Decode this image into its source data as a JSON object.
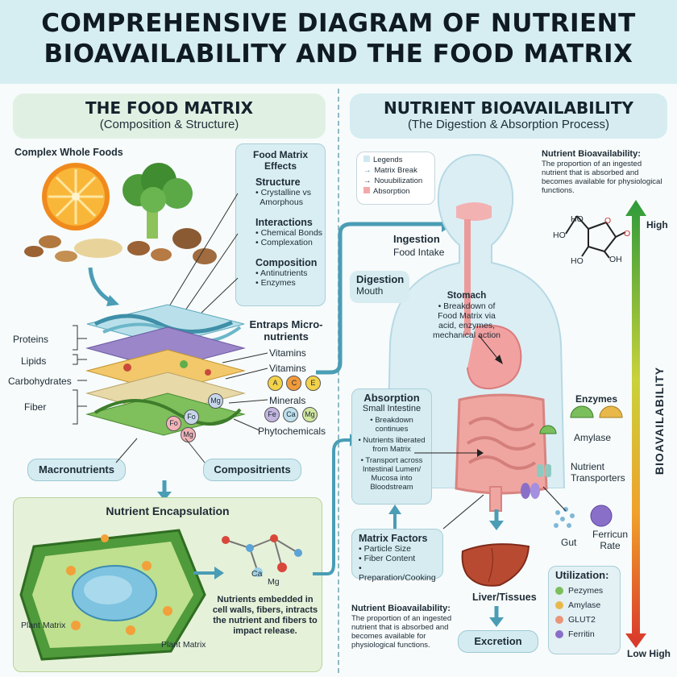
{
  "title": {
    "line1": "COMPREHENSIVE DIAGRAM OF NUTRIENT",
    "line2": "BIOAVAILABILITY AND THE FOOD MATRIX"
  },
  "left_panel": {
    "title": "THE FOOD MATRIX",
    "subtitle": "(Composition & Structure)",
    "foods_label": "Complex Whole Foods",
    "effects": {
      "title": "Food Matrix Effects",
      "sections": [
        {
          "heading": "Structure",
          "items": [
            "• Crystalline vs",
            "  Amorphous"
          ]
        },
        {
          "heading": "Interactions",
          "items": [
            "• Chemical Bonds",
            "• Complexation"
          ]
        },
        {
          "heading": "Composition",
          "items": [
            "• Antinutrients",
            "• Enzymes"
          ]
        }
      ]
    },
    "layers": [
      "Proteins",
      "Lipids",
      "Carbohydrates",
      "Fiber"
    ],
    "entraps": {
      "title": "Entraps Micro-nutrients",
      "vitamins1": "Vitamins",
      "vitamins2": "Vitamins",
      "vitamin_chips": [
        "A",
        "C",
        "E"
      ],
      "minerals": "Minerals",
      "mineral_chips": [
        "Fe",
        "Ca",
        "Mg"
      ],
      "phyto": "Phytochemicals"
    },
    "layer_chips": [
      "Mg",
      "Fo",
      "Fo",
      "Mg"
    ],
    "macronutrients": "Macronutrients",
    "compositrients": "Compositrients",
    "encapsulation": {
      "title": "Nutrient Encapsulation",
      "molecule_labels": [
        "Ca",
        "Mg"
      ],
      "plant_matrix_left": "Plant Matrix",
      "plant_matrix_bottom": "Plant Matrix",
      "note": "Nutrients embedded in cell walls, fibers, intracts the nutrient and fibers to impact release."
    }
  },
  "right_panel": {
    "title": "NUTRIENT BIOAVAILABILITY",
    "subtitle": "(The Digestion & Absorption Process)",
    "legend": [
      "Legends",
      "Matrix Break",
      "Nouubilization",
      "Absorption"
    ],
    "definition": {
      "title": "Nutrient Bioavailability:",
      "text": "The proportion of an ingested nutrient that is absorbed and becomes available for physiological functions."
    },
    "molecule_labels": [
      "HO",
      "HO",
      "O",
      "O",
      "HO",
      "OH"
    ],
    "scale": {
      "label": "BIOAVAILABILITY",
      "high": "High",
      "low_high": "Low High",
      "colors": [
        "#2e9a3b",
        "#c9d23a",
        "#f0a12a",
        "#d8362b"
      ]
    },
    "ingestion": {
      "title": "Ingestion",
      "sub": "Food Intake"
    },
    "digestion": {
      "title": "Digestion",
      "sub": "Mouth"
    },
    "stomach": {
      "title": "Stomach",
      "text": "• Breakdown of Food Matrix via acid, enzymes, mechanical action"
    },
    "absorption": {
      "title": "Absorption",
      "sub": "Small Intestine",
      "items": [
        "• Breakdown continues",
        "• Nutrients liberated from Matrix",
        "• Transport across Intestinal Lumen/ Mucosa into Bloodstream"
      ]
    },
    "enzymes": {
      "label": "Enzymes",
      "amylase": "Amylase"
    },
    "transporters": "Nutrient Transporters",
    "gut": "Gut",
    "ferritin_rate": "Ferricun Rate",
    "matrix_factors": {
      "title": "Matrix Factors",
      "items": [
        "• Particle Size",
        "• Fiber Content",
        "• Preparation/Cooking"
      ]
    },
    "liver": "Liver/Tissues",
    "excretion": "Excretion",
    "bottom_def": {
      "title": "Nutrient Bioavailability:",
      "text": "The proportion of an ingested nutrient that is absorbed and becomes available for physiological functions."
    },
    "utilization": {
      "title": "Utilization:",
      "items": [
        {
          "label": "Pezymes",
          "color": "#7bbf5c"
        },
        {
          "label": "Amylase",
          "color": "#e8b94a"
        },
        {
          "label": "GLUT2",
          "color": "#e8957a"
        },
        {
          "label": "Ferritin",
          "color": "#8a6fc8"
        }
      ]
    }
  }
}
